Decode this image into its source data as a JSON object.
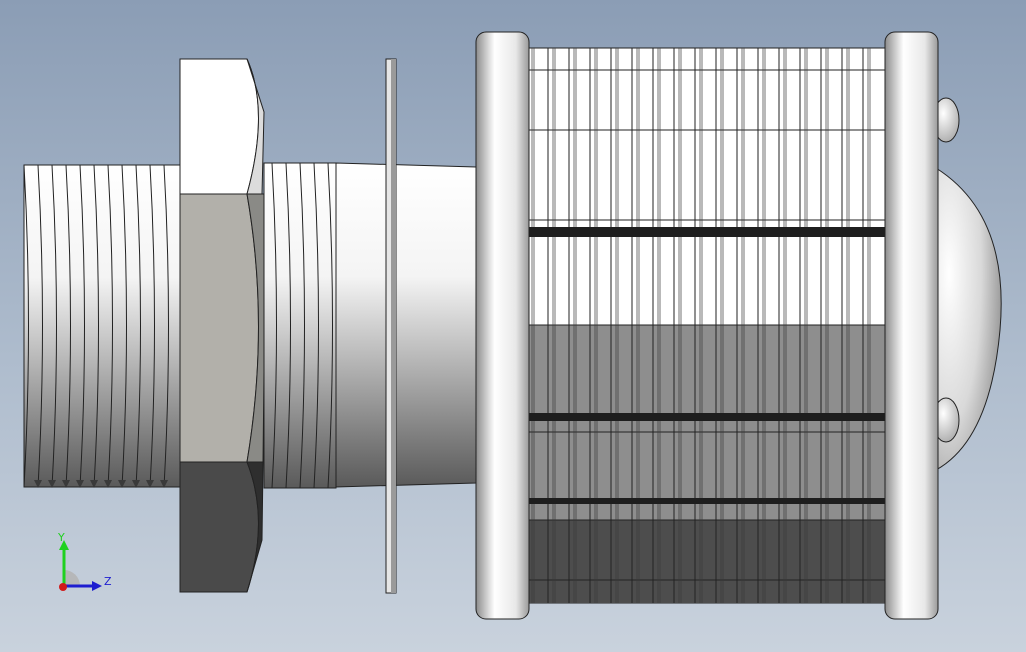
{
  "viewport": {
    "background_top": "#8b9db5",
    "background_bottom": "#c9d2dd"
  },
  "model": {
    "parts": [
      "threaded-pipe",
      "hex-nut",
      "flat-washer",
      "strainer-body",
      "wedge-wire-screen",
      "domed-end-cap"
    ]
  },
  "triad": {
    "y_label": "Y",
    "z_label": "Z",
    "y_color": "#1fd11f",
    "z_color": "#1d1dd0",
    "origin_color": "#d01a1a"
  }
}
